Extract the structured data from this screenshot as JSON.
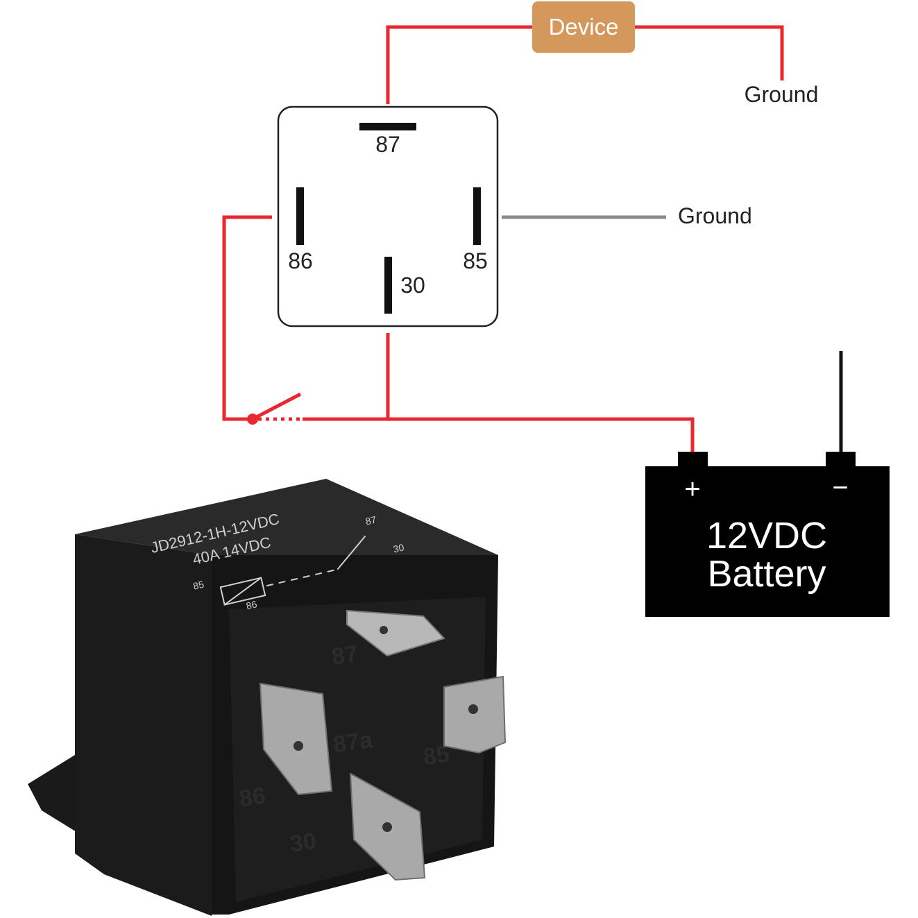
{
  "wiring": {
    "device_label": "Device",
    "ground_top": "Ground",
    "ground_mid": "Ground",
    "pins": {
      "p87": "87",
      "p86": "86",
      "p85": "85",
      "p30": "30"
    },
    "battery": {
      "plus": "+",
      "minus": "−",
      "line1": "12VDC",
      "line2": "Battery"
    },
    "colors": {
      "wire": "#e8282e",
      "ground_wire": "#8a8a8a",
      "device_box": "#d4985d",
      "battery_body": "#000000"
    }
  },
  "relay_photo": {
    "model": "JD2912-1H-12VDC",
    "rating": "40A  14VDC",
    "top_pins": {
      "p87": "87",
      "p85": "85",
      "p86": "86",
      "p30": "30"
    },
    "face_pins": {
      "p87": "87",
      "p87a": "87a",
      "p85": "85",
      "p86": "86",
      "p30": "30"
    }
  }
}
